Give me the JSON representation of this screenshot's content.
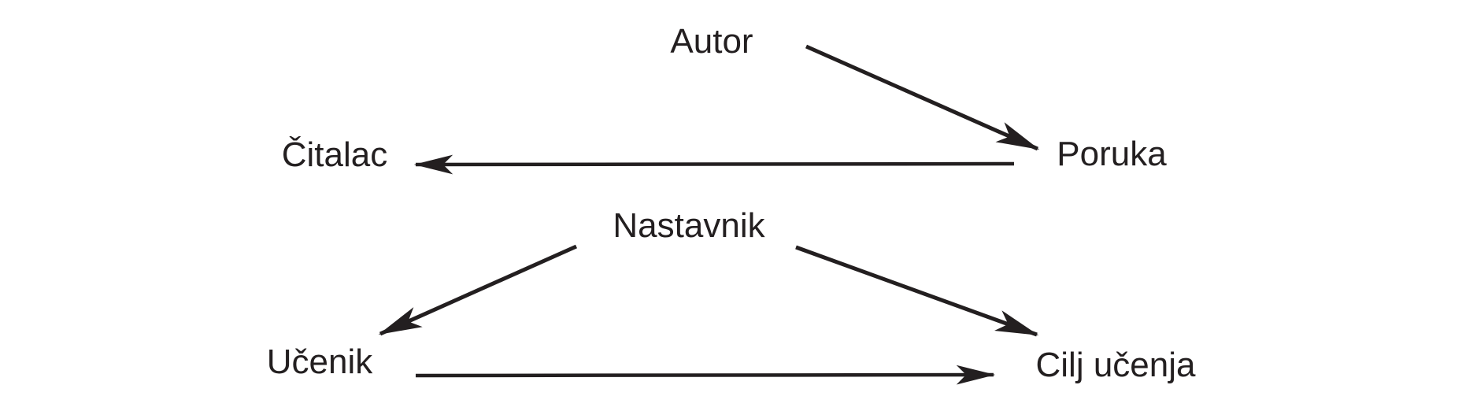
{
  "diagram": {
    "nodes": {
      "autor": {
        "label": "Autor"
      },
      "poruka": {
        "label": "Poruka"
      },
      "citalac": {
        "label": "Čitalac"
      },
      "nastavnik": {
        "label": "Nastavnik"
      },
      "ucenik": {
        "label": "Učenik"
      },
      "cilj_ucenja": {
        "label": "Cilj učenja"
      }
    },
    "edges": [
      {
        "from": "Autor",
        "to": "Poruka",
        "style": "arrow"
      },
      {
        "from": "Poruka",
        "to": "Čitalac",
        "style": "arrow"
      },
      {
        "from": "Nastavnik",
        "to": "Učenik",
        "style": "arrow"
      },
      {
        "from": "Nastavnik",
        "to": "Cilj učenja",
        "style": "arrow"
      },
      {
        "from": "Učenik",
        "to": "Cilj učenja",
        "style": "arrow"
      }
    ],
    "colors": {
      "ink": "#231f20",
      "background": "#ffffff"
    }
  }
}
